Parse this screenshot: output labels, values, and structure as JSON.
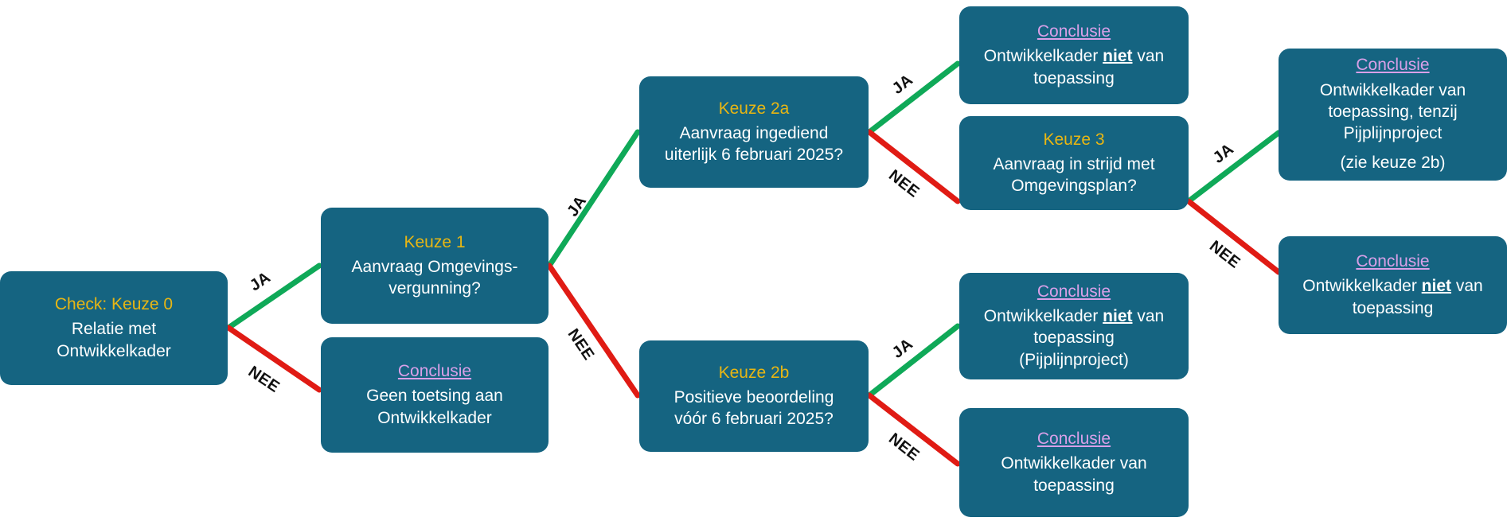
{
  "diagram": {
    "type": "decision-tree",
    "language": "nl",
    "colors": {
      "node_fill": "#156481",
      "keuze_title": "#e8b613",
      "conclusie_title": "#d9a0e8",
      "body_text": "#ffffff",
      "edge_yes": "#0fa958",
      "edge_no": "#e01b14",
      "background": "#ffffff",
      "edge_label": "#111111"
    },
    "nodes": [
      {
        "id": "keuze0",
        "kind": "keuze",
        "title": "Check: Keuze 0",
        "body": "Relatie met\nOntwikkelkader"
      },
      {
        "id": "keuze1",
        "kind": "keuze",
        "title": "Keuze 1",
        "body": "Aanvraag Omgevings-\nvergunning?"
      },
      {
        "id": "conclusie-geen-toetsing",
        "kind": "conclusie",
        "title": "Conclusie",
        "body": "Geen toetsing aan\nOntwikkelkader"
      },
      {
        "id": "keuze2a",
        "kind": "keuze",
        "title": "Keuze 2a",
        "body": "Aanvraag ingediend\nuiterlijk 6 februari 2025?"
      },
      {
        "id": "keuze2b",
        "kind": "keuze",
        "title": "Keuze 2b",
        "body": "Positieve beoordeling\nvóór 6 februari 2025?"
      },
      {
        "id": "conclusie-niet-1",
        "kind": "conclusie",
        "title": "Conclusie",
        "body_html": "Ontwikkelkader <b>niet</b> van toepassing",
        "body": "Ontwikkelkader niet van toepassing"
      },
      {
        "id": "keuze3",
        "kind": "keuze",
        "title": "Keuze 3",
        "body": "Aanvraag in strijd met\nOmgevingsplan?"
      },
      {
        "id": "conclusie-niet-pijplijn",
        "kind": "conclusie",
        "title": "Conclusie",
        "body_html": "Ontwikkelkader <b>niet</b> van toepassing<br>(Pijplijnproject)",
        "body": "Ontwikkelkader niet van toepassing (Pijplijnproject)"
      },
      {
        "id": "conclusie-van-toepassing",
        "kind": "conclusie",
        "title": "Conclusie",
        "body": "Ontwikkelkader van\ntoepassing"
      },
      {
        "id": "conclusie-tenzij",
        "kind": "conclusie",
        "title": "Conclusie",
        "body": "Ontwikkelkader van\ntoepassing, tenzij\nPijplijnproject",
        "extra": "(zie keuze 2b)"
      },
      {
        "id": "conclusie-niet-2",
        "kind": "conclusie",
        "title": "Conclusie",
        "body_html": "Ontwikkelkader <b>niet</b> van toepassing",
        "body": "Ontwikkelkader niet van toepassing"
      }
    ],
    "edges": [
      {
        "id": "e0-yes",
        "from": "keuze0",
        "to": "keuze1",
        "label": "JA",
        "answer": "yes"
      },
      {
        "id": "e0-no",
        "from": "keuze0",
        "to": "conclusie-geen-toetsing",
        "label": "NEE",
        "answer": "no"
      },
      {
        "id": "e1-yes",
        "from": "keuze1",
        "to": "keuze2a",
        "label": "JA",
        "answer": "yes"
      },
      {
        "id": "e1-no",
        "from": "keuze1",
        "to": "keuze2b",
        "label": "NEE",
        "answer": "no"
      },
      {
        "id": "e2a-yes",
        "from": "keuze2a",
        "to": "conclusie-niet-1",
        "label": "JA",
        "answer": "yes"
      },
      {
        "id": "e2a-no",
        "from": "keuze2a",
        "to": "keuze3",
        "label": "NEE",
        "answer": "no"
      },
      {
        "id": "e2b-yes",
        "from": "keuze2b",
        "to": "conclusie-niet-pijplijn",
        "label": "JA",
        "answer": "yes"
      },
      {
        "id": "e2b-no",
        "from": "keuze2b",
        "to": "conclusie-van-toepassing",
        "label": "NEE",
        "answer": "no"
      },
      {
        "id": "e3-yes",
        "from": "keuze3",
        "to": "conclusie-tenzij",
        "label": "JA",
        "answer": "yes"
      },
      {
        "id": "e3-no",
        "from": "keuze3",
        "to": "conclusie-niet-2",
        "label": "NEE",
        "answer": "no"
      }
    ],
    "edge_labels": {
      "yes": "JA",
      "no": "NEE"
    }
  }
}
